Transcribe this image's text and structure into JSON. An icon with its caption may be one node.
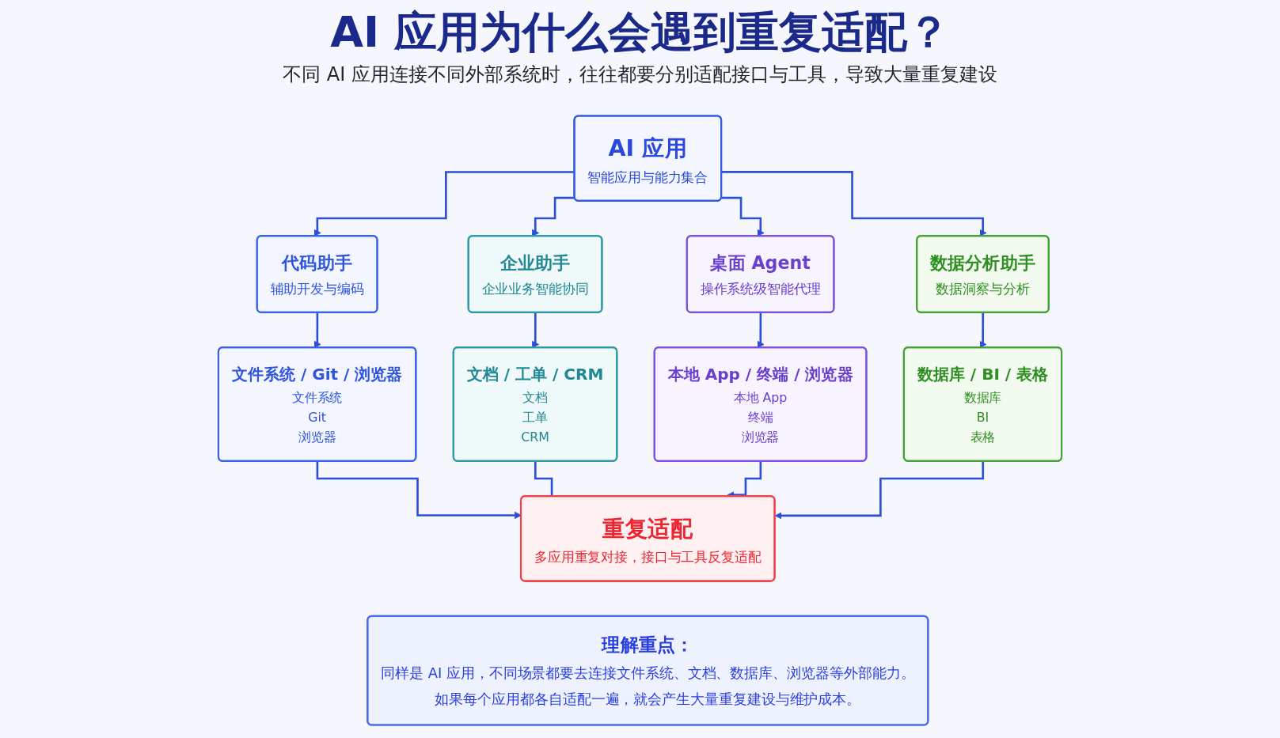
{
  "diagram": {
    "title": "AI 应用为什么会遇到重复适配？",
    "nodes": [
      {
        "text": [
          "AI 应用",
          "智能应用与能力集合"
        ]
      },
      {
        "text": [
          "代码助手",
          "辅助开发与编码"
        ]
      },
      {
        "text": [
          "企业助手",
          "企业业务智能协同"
        ]
      },
      {
        "text": [
          "桌面 Agent",
          "操作系统级智能代理"
        ]
      },
      {
        "text": [
          "数据分析助手",
          "数据洞察与分析"
        ]
      },
      {
        "text": [
          "文件系统 / Git / 浏览器",
          "文件系统",
          "Git",
          "浏览器"
        ]
      },
      {
        "text": [
          "文档 / 工单 / CRM",
          "文档",
          "工单",
          "CRM"
        ]
      },
      {
        "text": [
          "本地 App / 终端 / 浏览器",
          "本地 App",
          "终端",
          "浏览器"
        ]
      },
      {
        "text": [
          "数据库 / BI / 表格",
          "数据库",
          "BI",
          "表格"
        ]
      },
      {
        "text": [
          "重复适配",
          "多应用重复对接，接口与工具反复适配"
        ]
      },
      {
        "text": [
          "理解重点：",
          "同样是 AI 应用，不同场景都要去连接文件系统、文档、数据库、浏览器等外部能力。",
          "如果每个应用都各自适配一遍，就会产生大量重复建设与维护成本。"
        ]
      }
    ],
    "edges": [
      {
        "from": 0,
        "to": 1,
        "arrow": "to"
      },
      {
        "from": 0,
        "to": 2,
        "arrow": "to"
      },
      {
        "from": 0,
        "to": 3,
        "arrow": "to"
      },
      {
        "from": 0,
        "to": 4,
        "arrow": "to"
      },
      {
        "from": 1,
        "to": 5,
        "arrow": "to"
      },
      {
        "from": 2,
        "to": 6,
        "arrow": "to"
      },
      {
        "from": 3,
        "to": 7,
        "arrow": "to"
      },
      {
        "from": 4,
        "to": 8,
        "arrow": "to"
      },
      {
        "from": 5,
        "to": 9,
        "arrow": "to"
      },
      {
        "from": 6,
        "to": 9,
        "arrow": "none"
      },
      {
        "from": 7,
        "to": 9,
        "arrow": "to"
      },
      {
        "from": 8,
        "to": 9,
        "arrow": "to"
      }
    ],
    "labels": [
      "不同 AI 应用连接不同外部系统时，往往都要分别适配接口与工具，导致大量重复建设"
    ]
  }
}
